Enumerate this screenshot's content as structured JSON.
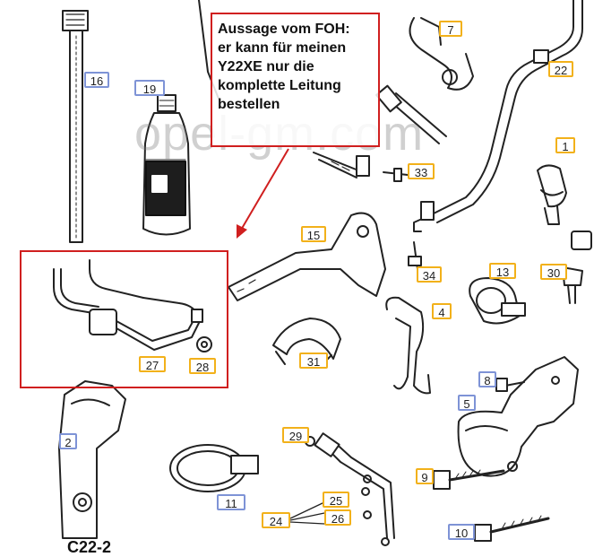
{
  "note": {
    "lines": [
      "Aussage vom FOH:",
      "er kann für meinen",
      "Y22XE nur die",
      "komplette Leitung",
      "bestellen"
    ],
    "color": "#d01f1f"
  },
  "watermark": "opel-gm.com",
  "figure_code": "C22-2",
  "tag_colors": {
    "blue": "#7e93d6",
    "orange": "#f2b11a"
  },
  "tags": {
    "t1": "1",
    "t2": "2",
    "t4": "4",
    "t5": "5",
    "t7": "7",
    "t8": "8",
    "t9": "9",
    "t10": "10",
    "t11": "11",
    "t13": "13",
    "t15": "15",
    "t16": "16",
    "t19": "19",
    "t22": "22",
    "t24": "24",
    "t25": "25",
    "t26": "26",
    "t27": "27",
    "t28": "28",
    "t29": "29",
    "t30": "30",
    "t31": "31",
    "t33": "33",
    "t34": "34"
  }
}
